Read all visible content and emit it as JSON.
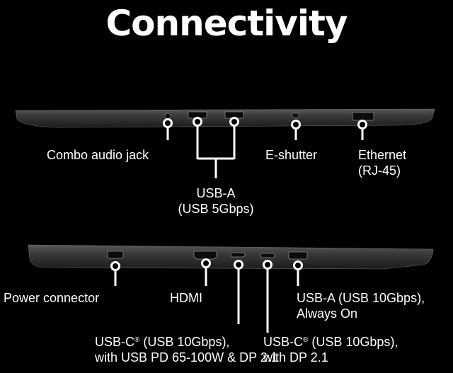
{
  "title": "Connectivity",
  "labels": {
    "combo_audio": "Combo audio jack",
    "e_shutter": "E-shutter",
    "ethernet_1": "Ethernet",
    "ethernet_2": "(RJ-45)",
    "usba_1": "USB-A",
    "usba_2": "(USB 5Gbps)",
    "power": "Power connector",
    "hdmi": "HDMI",
    "usba10_1": "USB-A (USB 10Gbps),",
    "usba10_2": "Always On",
    "usbc1_pre": "USB-C",
    "usbc1_reg": "®",
    "usbc1_post": " (USB 10Gbps),",
    "usbc1_2": "with USB PD 65-100W & DP 2.1",
    "usbc2_pre": "USB-C",
    "usbc2_reg": "®",
    "usbc2_post": " (USB 10Gbps),",
    "usbc2_2": "with DP 2.1"
  },
  "colors": {
    "background": "#000000",
    "chassis": "#2f2f31",
    "chassis_edge": "#555558",
    "line": "#ffffff"
  }
}
